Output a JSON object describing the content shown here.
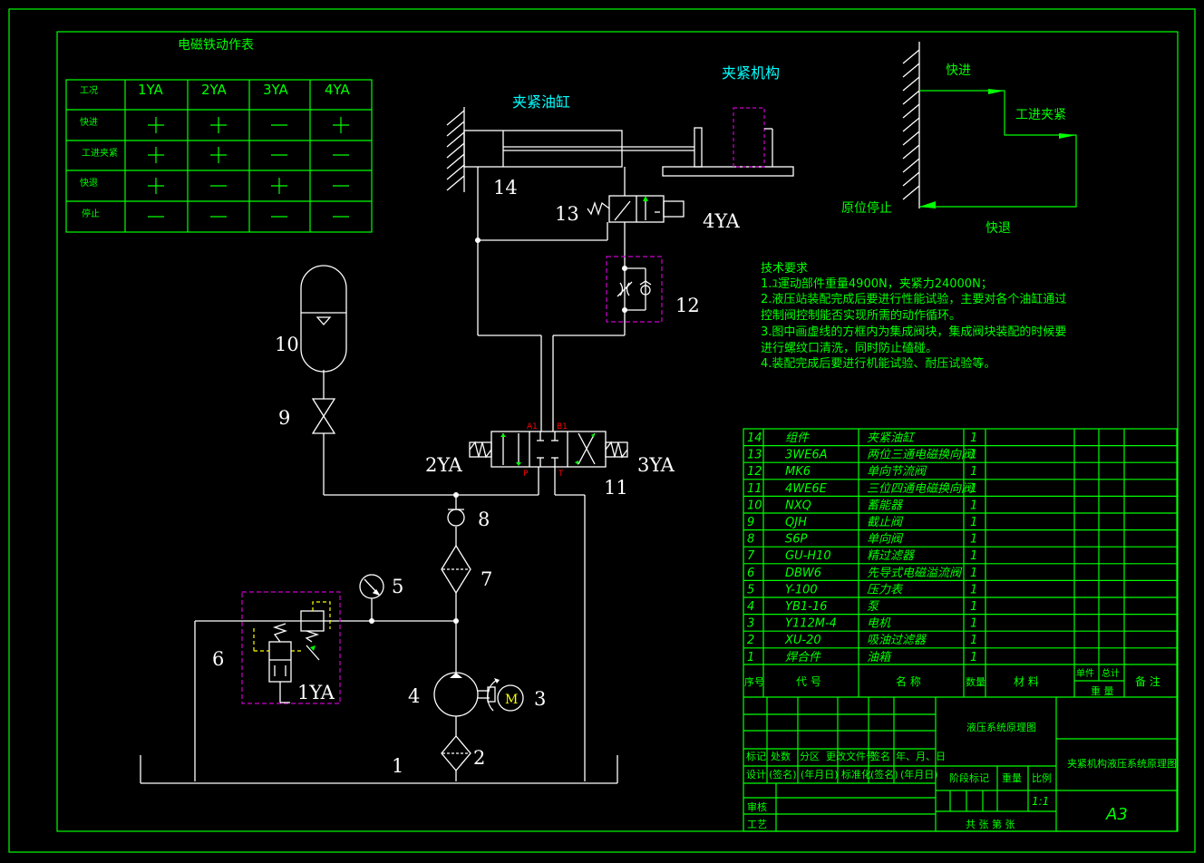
{
  "title_block": {
    "drawing_name": "液压系统原理图",
    "mechanism_name": "夹紧机构液压系统原理图",
    "sheet_size": "A3",
    "scale": "1:1",
    "row_labels": [
      "标记",
      "处数",
      "分区",
      "更改文件号",
      "签名",
      "年、月、日"
    ],
    "row2_labels": [
      "设计",
      "(签名)",
      "(年月日)",
      "标准化",
      "(签名)",
      "(年月日)"
    ],
    "stage_labels": [
      "阶段标记",
      "重量",
      "比例"
    ],
    "audit": "审核",
    "craft": "工艺",
    "sheet_count": "共  张  第  张"
  },
  "solenoid_table": {
    "title": "电磁铁动作表",
    "headers": [
      "工况",
      "1YA",
      "2YA",
      "3YA",
      "4YA"
    ],
    "rows": [
      {
        "label": "快进",
        "signs": [
          "+",
          "+",
          "−",
          "+"
        ]
      },
      {
        "label": "工进夹紧",
        "signs": [
          "+",
          "+",
          "−",
          "−"
        ]
      },
      {
        "label": "快退",
        "signs": [
          "+",
          "−",
          "+",
          "−"
        ]
      },
      {
        "label": "停止",
        "signs": [
          "−",
          "−",
          "−",
          "−"
        ]
      }
    ]
  },
  "labels": {
    "cylinder": "夹紧油缸",
    "clamp": "夹紧机构",
    "cycle_fast_forward": "快进",
    "cycle_work_feed": "工进夹紧",
    "cycle_home": "原位停止",
    "cycle_fast_return": "快退",
    "port_a1": "A1",
    "port_b1": "B1",
    "port_p": "P",
    "port_t": "T"
  },
  "component_numbers": [
    "1",
    "2",
    "3",
    "4",
    "5",
    "6",
    "7",
    "8",
    "9",
    "10",
    "11",
    "12",
    "13",
    "14"
  ],
  "solenoids": {
    "ya1": "1YA",
    "ya2": "2YA",
    "ya3": "3YA",
    "ya4": "4YA"
  },
  "motor": "M",
  "tech_requirements": {
    "title": "技术要求",
    "lines": [
      "1.ﾕ運动部件重量4900N，夹紧力24000N；",
      "2.液压站装配完成后要进行性能试验，主要对各个油缸通过",
      "控制阀控制能否实现所需的动作循环。",
      "3.图中画虚线的方框内为集成阀块，集成阀块装配的时候要",
      "进行螺纹口清洗，同时防止磕碰。",
      "4.装配完成后要进行机能试验、耐压试验等。"
    ]
  },
  "parts_list": {
    "headers": [
      "序号",
      "代 号",
      "名 称",
      "数量",
      "材 料",
      "单件",
      "总计",
      "备 注"
    ],
    "weight_header": "重 量",
    "rows": [
      {
        "no": "14",
        "code": "组件",
        "name": "夹紧油缸",
        "qty": "1"
      },
      {
        "no": "13",
        "code": "3WE6A",
        "name": "两位三通电磁换向阀",
        "qty": "1"
      },
      {
        "no": "12",
        "code": "MK6",
        "name": "单向节流阀",
        "qty": "1"
      },
      {
        "no": "11",
        "code": "4WE6E",
        "name": "三位四通电磁换向阀",
        "qty": "1"
      },
      {
        "no": "10",
        "code": "NXQ",
        "name": "蓄能器",
        "qty": "1"
      },
      {
        "no": "9",
        "code": "QJH",
        "name": "截止阀",
        "qty": "1"
      },
      {
        "no": "8",
        "code": "S6P",
        "name": "单向阀",
        "qty": "1"
      },
      {
        "no": "7",
        "code": "GU-H10",
        "name": "精过滤器",
        "qty": "1"
      },
      {
        "no": "6",
        "code": "DBW6",
        "name": "先导式电磁溢流阀",
        "qty": "1"
      },
      {
        "no": "5",
        "code": "Y-100",
        "name": "压力表",
        "qty": "1"
      },
      {
        "no": "4",
        "code": "YB1-16",
        "name": "泵",
        "qty": "1"
      },
      {
        "no": "3",
        "code": "Y112M-4",
        "name": "电机",
        "qty": "1"
      },
      {
        "no": "2",
        "code": "XU-20",
        "name": "吸油过滤器",
        "qty": "1"
      },
      {
        "no": "1",
        "code": "焊合件",
        "name": "油箱",
        "qty": "1"
      }
    ]
  }
}
